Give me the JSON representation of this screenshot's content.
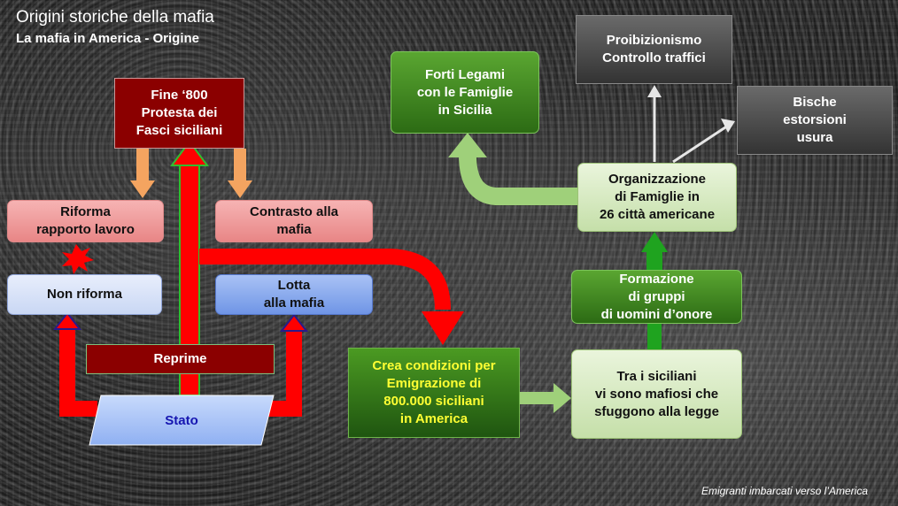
{
  "header": {
    "title": "Origini storiche della mafia",
    "subtitle": "La mafia in America - Origine"
  },
  "boxes": {
    "fine800": "Fine ‘800\nProtesta dei\nFasci siciliani",
    "riforma": "Riforma\nrapporto lavoro",
    "contrasto": "Contrasto alla\nmafia",
    "non_riforma": "Non riforma",
    "lotta": "Lotta\nalla mafia",
    "reprime": "Reprime",
    "stato": "Stato",
    "crea": "Crea condizioni per\nEmigrazione di\n800.000 siciliani\nin America",
    "tra": "Tra i siciliani\nvi sono mafiosi che\nsfuggono alla legge",
    "formazione": "Formazione\ndi gruppi\ndi uomini d’onore",
    "organizzazione": "Organizzazione\ndi Famiglie in\n26 città americane",
    "forti": "Forti Legami\ncon le Famiglie\nin Sicilia",
    "proibizionismo": "Proibizionismo\nControllo traffici",
    "bische": "Bische\nestorsioni\nusura"
  },
  "caption": "Emigranti imbarcati verso l’America",
  "colors": {
    "red_arrow": "#ff0000",
    "green_arrow": "#1fa31f",
    "orange_arrow": "#f4a460",
    "light_green_arrow": "#9fd07a",
    "white_arrow": "#e6e6e6"
  }
}
